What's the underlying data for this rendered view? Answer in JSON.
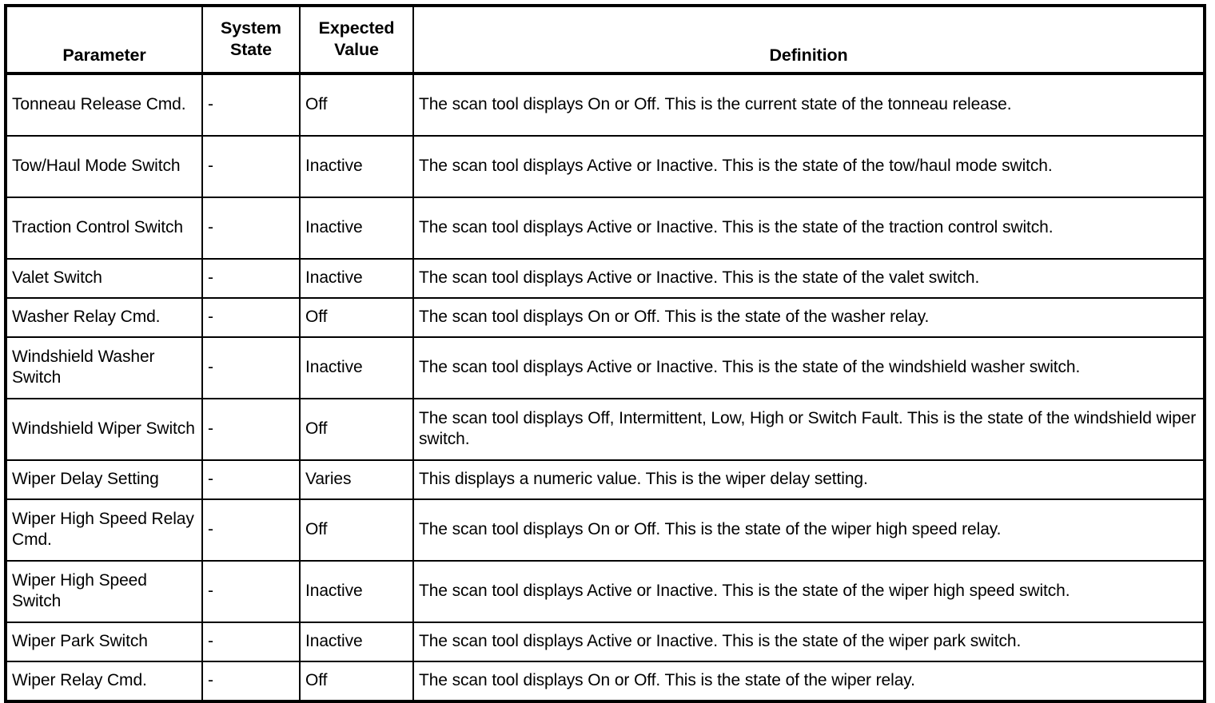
{
  "table": {
    "headers": {
      "parameter": "Parameter",
      "system_state": "System\nState",
      "system_state_line1": "System",
      "system_state_line2": "State",
      "expected_value_line1": "Expected",
      "expected_value_line2": "Value",
      "definition": "Definition"
    },
    "rows": [
      {
        "parameter": "Tonneau Release Cmd.",
        "system_state": "-",
        "expected_value": "Off",
        "definition": "The scan tool displays On or Off. This is the current state of the tonneau release."
      },
      {
        "parameter": "Tow/Haul Mode Switch",
        "system_state": "-",
        "expected_value": "Inactive",
        "definition": "The scan tool displays Active or Inactive. This is the state of the tow/haul mode switch."
      },
      {
        "parameter": "Traction Control Switch",
        "system_state": "-",
        "expected_value": "Inactive",
        "definition": "The scan tool displays Active or Inactive. This is the state of the traction control switch."
      },
      {
        "parameter": "Valet Switch",
        "system_state": "-",
        "expected_value": "Inactive",
        "definition": "The scan tool displays Active or Inactive. This is the state of the valet switch."
      },
      {
        "parameter": "Washer Relay Cmd.",
        "system_state": "-",
        "expected_value": "Off",
        "definition": "The scan tool displays On or Off. This is the state of the washer relay."
      },
      {
        "parameter": "Windshield Washer Switch",
        "system_state": "-",
        "expected_value": "Inactive",
        "definition": "The scan tool displays Active or Inactive. This is the state of the windshield washer switch."
      },
      {
        "parameter": "Windshield Wiper Switch",
        "system_state": "-",
        "expected_value": "Off",
        "definition": "The scan tool displays Off, Intermittent, Low, High or Switch Fault. This is the state of the windshield wiper switch."
      },
      {
        "parameter": "Wiper Delay Setting",
        "system_state": "-",
        "expected_value": "Varies",
        "definition": "This displays a numeric value. This is the wiper delay setting."
      },
      {
        "parameter": "Wiper High Speed Relay Cmd.",
        "system_state": "-",
        "expected_value": "Off",
        "definition": "The scan tool displays On or Off. This is the state of the wiper high speed relay."
      },
      {
        "parameter": "Wiper High Speed Switch",
        "system_state": "-",
        "expected_value": "Inactive",
        "definition": "The scan tool displays Active or Inactive. This is the state of the wiper high speed switch."
      },
      {
        "parameter": "Wiper Park Switch",
        "system_state": "-",
        "expected_value": "Inactive",
        "definition": "The scan tool displays Active or Inactive. This is the state of the wiper park switch."
      },
      {
        "parameter": "Wiper Relay Cmd.",
        "system_state": "-",
        "expected_value": "Off",
        "definition": "The scan tool displays On or Off. This is the state of the wiper relay."
      }
    ],
    "row_heights": [
      "r-2",
      "r-2",
      "r-2",
      "r-1",
      "r-1",
      "r-2",
      "r-2",
      "r-1",
      "r-2",
      "r-2",
      "r-1",
      "r-1"
    ]
  },
  "colors": {
    "border": "#000000",
    "text": "#000000",
    "background": "#ffffff"
  }
}
